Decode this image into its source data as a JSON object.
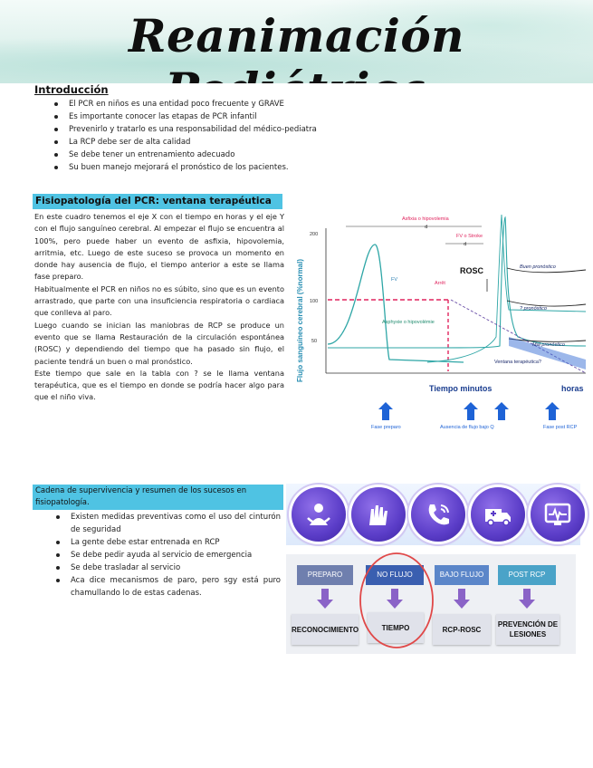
{
  "title": "Reanimación Pediátrica",
  "intro": {
    "heading": "Introducción",
    "items": [
      "El PCR en niños es una entidad poco frecuente y GRAVE",
      "Es importante conocer las etapas de PCR infantil",
      "Prevenirlo y tratarlo es una responsabilidad del médico-pediatra",
      "La RCP debe ser de alta calidad",
      "Se debe tener un entrenamiento adecuado",
      "Su buen manejo mejorará el pronóstico de los pacientes."
    ]
  },
  "fisio": {
    "heading": "Fisiopatología del PCR: ventana terapéutica",
    "paragraphs": [
      "En este cuadro tenemos el eje X con el tiempo en horas y el eje Y con el flujo sanguíneo cerebral. Al empezar el flujo se encuentra al 100%, pero puede haber un evento de asfixia, hipovolemia, arritmia, etc. Luego de este suceso se provoca un momento en donde hay ausencia de flujo, el tiempo anterior a este se llama fase preparo.",
      "Habitualmente el PCR en niños no es súbito, sino que es un evento arrastrado, que parte con una insuficiencia respiratoria o cardiaca que conlleva al paro.",
      "Luego cuando se inician las maniobras de RCP se produce un evento que se llama Restauración de la circulación espontánea (ROSC) y dependiendo del tiempo que ha pasado sin flujo, el paciente tendrá un buen o mal pronóstico.",
      "Este tiempo que sale en la tabla con ? se le llama ventana terapéutica, que es el tiempo en donde se podría hacer algo para que el niño viva."
    ]
  },
  "chart": {
    "ylabel": "Flujo sanguíneo cerebral  (%normal)",
    "yticks": [
      "200",
      "100",
      "50"
    ],
    "xlabel": "Tiempo minutos",
    "xlabel2": "horas",
    "labels": {
      "asfixia": "Asfixia o hipovolemia",
      "fv_stroke": "FV o Stroke",
      "rosc": "ROSC",
      "fv": "FV",
      "arrest": "Arrêt",
      "asphyxia": "Asphyxie o hipovolémie",
      "buen": "Buen pronóstico",
      "pronostico": "? pronóstico",
      "mal": "Mal pronóstico",
      "ventana": "Ventana terapéutica?",
      "d1": "d",
      "d2": "d"
    },
    "phases": [
      "Fase preparo",
      "Ausencia de flujo bajo Q",
      "Fase post RCP"
    ]
  },
  "cadena": {
    "heading": "Cadena de supervivencia y resumen de los sucesos en fisiopatología.",
    "items": [
      "Existen medidas preventivas como el uso del cinturón de seguridad",
      "La gente debe estar entrenada en RCP",
      "Se debe pedir ayuda al servicio de emergencia",
      "Se debe trasladar al servicio",
      "Aca dice mecanismos de paro, pero sgy está puro chamullando lo de estas cadenas."
    ]
  },
  "icons": [
    "prevention-icon",
    "hands-icon",
    "phone-icon",
    "ambulance-icon",
    "monitor-icon"
  ],
  "flow": {
    "top": [
      "PREPARO",
      "NO FLUJO",
      "BAJO FLUJO",
      "POST RCP"
    ],
    "bottom": [
      "RECONOCIMIENTO",
      "TIEMPO",
      "RCP-ROSC",
      "PREVENCIÓN DE LESIONES"
    ],
    "colors": [
      "#6f7fae",
      "#3a5fb0",
      "#5b86c9",
      "#4aa3c8"
    ]
  }
}
